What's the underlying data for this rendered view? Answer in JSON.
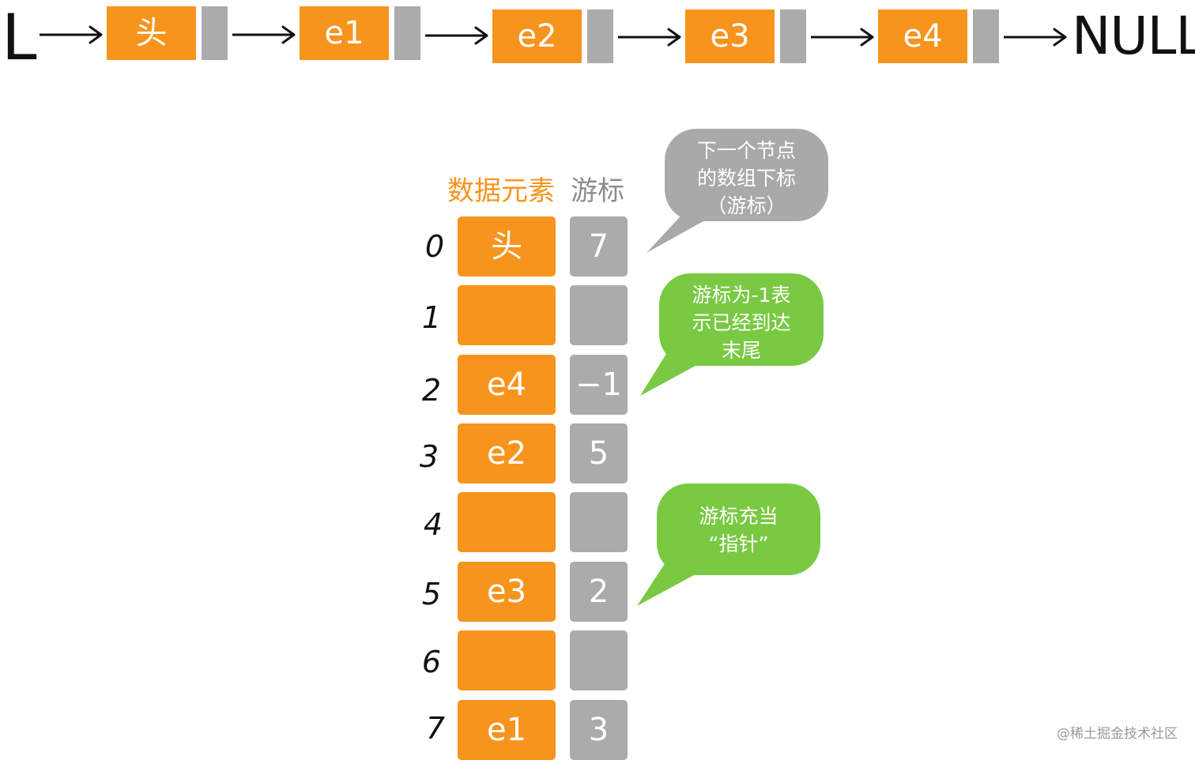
{
  "colors": {
    "data_cell": "#f7941d",
    "cursor_cell": "#ababab",
    "callout_gray": "#a9a9a9",
    "callout_green": "#7ac943",
    "text_dark": "#111111"
  },
  "linked_list": {
    "head_label": "L",
    "nodes": [
      "头",
      "e1",
      "e2",
      "e3",
      "e4"
    ],
    "end_label": "NULL"
  },
  "table": {
    "header_data": "数据元素",
    "header_cursor": "游标",
    "rows": [
      {
        "index": "0",
        "data": "头",
        "cursor": "7"
      },
      {
        "index": "1",
        "data": "",
        "cursor": ""
      },
      {
        "index": "2",
        "data": "e4",
        "cursor": "−1"
      },
      {
        "index": "3",
        "data": "e2",
        "cursor": "5"
      },
      {
        "index": "4",
        "data": "",
        "cursor": ""
      },
      {
        "index": "5",
        "data": "e3",
        "cursor": "2"
      },
      {
        "index": "6",
        "data": "",
        "cursor": ""
      },
      {
        "index": "7",
        "data": "e1",
        "cursor": "3"
      }
    ]
  },
  "callouts": {
    "next_index": "下一个节点\n的数组下标\n（游标）",
    "end_marker": "游标为-1表\n示已经到达\n末尾",
    "pointer": "游标充当\n“指针”"
  },
  "watermark": "@稀土掘金技术社区"
}
